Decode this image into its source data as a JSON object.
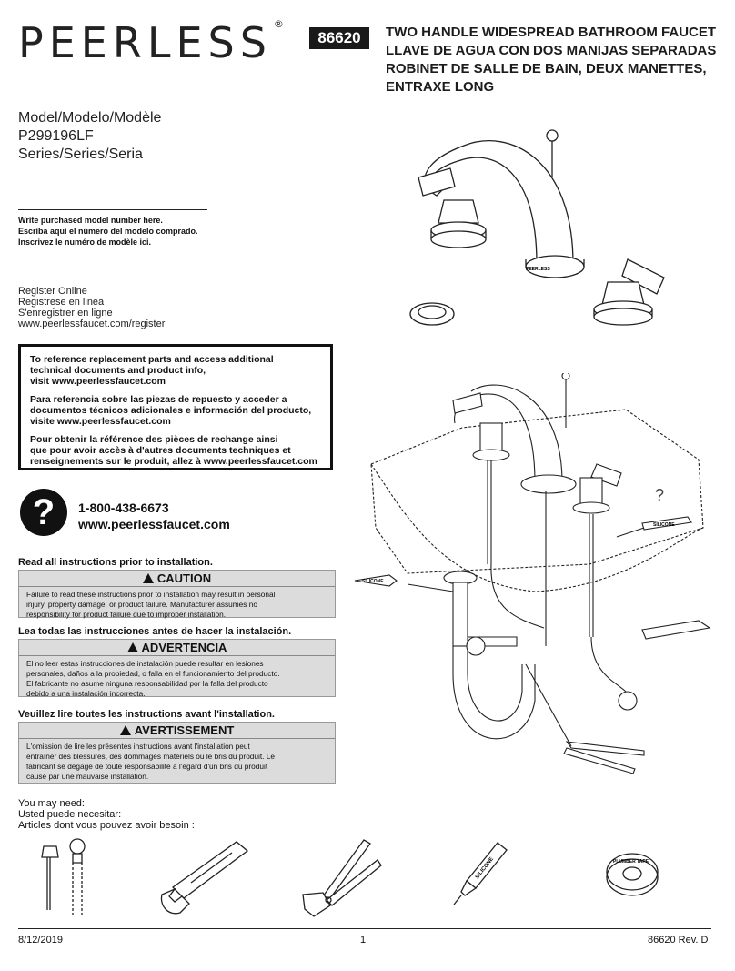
{
  "brand": {
    "name": "PEERLESS",
    "registered": "®",
    "model_number": "86620"
  },
  "title": {
    "en": "TWO HANDLE WIDESPREAD BATHROOM FAUCET",
    "es": "LLAVE DE AGUA CON DOS MANIJAS SEPARADAS",
    "fr1": "ROBINET DE SALLE DE BAIN, DEUX MANETTES,",
    "fr2": "ENTRAXE LONG"
  },
  "model": {
    "label": "Model/Modelo/Modèle",
    "number": "P299196LF",
    "series": "Series/Series/Seria"
  },
  "write_model": {
    "en": "Write purchased model number here.",
    "es": "Escriba aquí el número del modelo comprado.",
    "fr": "Inscrivez le numéro de modèle ici."
  },
  "register": {
    "en": "Register Online",
    "es": "Registrese en linea",
    "fr": "S'enregistrer en ligne",
    "url": "www.peerlessfaucet.com/register"
  },
  "reference": {
    "en1": "To reference replacement parts and access additional",
    "en2": "technical documents and product info,",
    "en3": "visit www.peerlessfaucet.com",
    "es1": "Para referencia sobre las piezas de repuesto y acceder a",
    "es2": "documentos técnicos adicionales e información del producto,",
    "es3": "visite www.peerlessfaucet.com",
    "fr1": "Pour obtenir la référence des pièces de rechange ainsi",
    "fr2": "que pour avoir accès à d'autres documents techniques et",
    "fr3": "renseignements sur le produit, allez à www.peerlessfaucet.com"
  },
  "contact": {
    "question_mark": "?",
    "phone": "1-800-438-6673",
    "website": "www.peerlessfaucet.com"
  },
  "warnings": {
    "read_en": "Read all instructions prior to installation.",
    "caution_title": "CAUTION",
    "caution_1": "Failure to read these instructions prior to installation may result in personal",
    "caution_2": "injury, property damage, or product failure. Manufacturer assumes no",
    "caution_3": "responsibility for product failure due to improper installation.",
    "read_es": "Lea todas las instrucciones antes de hacer la instalación.",
    "adv_title": "ADVERTENCIA",
    "adv_1": "El no leer estas instrucciones de instalación puede resultar en lesiones",
    "adv_2": "personales, daños a la propiedad, o falla en el funcionamiento del producto.",
    "adv_3": "El fabricante no asume ninguna responsabilidad por la falla del producto",
    "adv_4": "debido a una instalación incorrecta.",
    "read_fr": "Veuillez lire toutes les instructions avant l'installation.",
    "avert_title": "AVERTISSEMENT",
    "avert_1": "L'omission de lire les présentes instructions avant l'installation peut",
    "avert_2": "entraîner des blessures, des dommages matériels ou le bris du produit. Le",
    "avert_3": "fabricant se dégage de toute responsabilité à l'égard d'un bris du produit",
    "avert_4": "causé par une mauvaise installation."
  },
  "need": {
    "en": "You may need:",
    "es": "Usted puede necesitar:",
    "fr": "Articles dont vous pouvez avoir besoin :"
  },
  "illustration_labels": {
    "peerless_small": "PEERLESS",
    "silicone": "SILICONE",
    "plumber_tape": "PLUMBER TAPE"
  },
  "footer": {
    "date": "8/12/2019",
    "page": "1",
    "doc": "86620  Rev. D"
  }
}
